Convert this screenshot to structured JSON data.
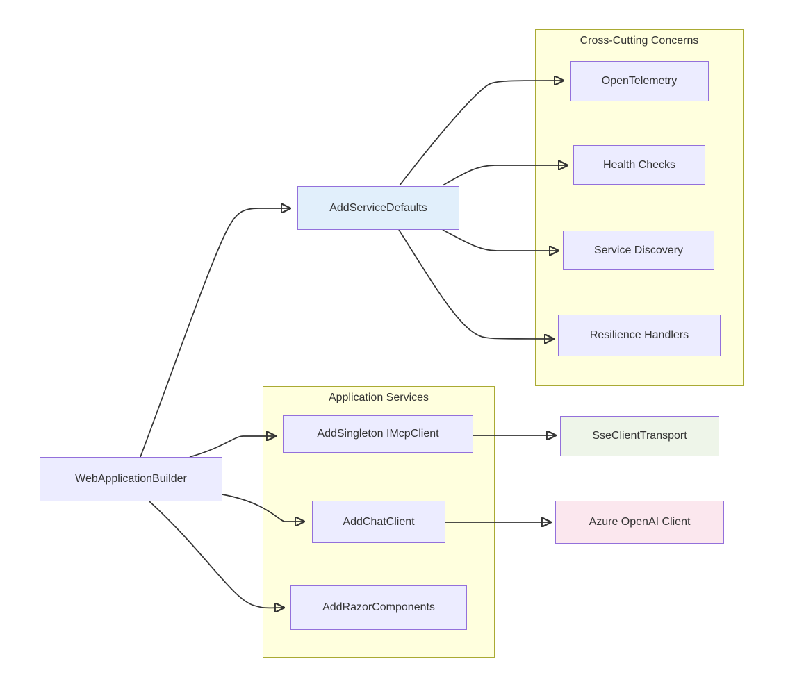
{
  "diagram": {
    "groups": {
      "cross_cutting": {
        "label": "Cross-Cutting Concerns"
      },
      "application_services": {
        "label": "Application Services"
      }
    },
    "nodes": {
      "web_application_builder": {
        "label": "WebApplicationBuilder"
      },
      "add_service_defaults": {
        "label": "AddServiceDefaults"
      },
      "open_telemetry": {
        "label": "OpenTelemetry"
      },
      "health_checks": {
        "label": "Health Checks"
      },
      "service_discovery": {
        "label": "Service Discovery"
      },
      "resilience_handlers": {
        "label": "Resilience Handlers"
      },
      "add_singleton_imcpclient": {
        "label": "AddSingleton IMcpClient"
      },
      "sse_client_transport": {
        "label": "SseClientTransport"
      },
      "add_chat_client": {
        "label": "AddChatClient"
      },
      "azure_openai_client": {
        "label": "Azure OpenAI Client"
      },
      "add_razor_components": {
        "label": "AddRazorComponents"
      }
    },
    "edges": [
      {
        "from": "WebApplicationBuilder",
        "to": "AddServiceDefaults"
      },
      {
        "from": "WebApplicationBuilder",
        "to": "AddSingleton IMcpClient"
      },
      {
        "from": "WebApplicationBuilder",
        "to": "AddChatClient"
      },
      {
        "from": "WebApplicationBuilder",
        "to": "AddRazorComponents"
      },
      {
        "from": "AddServiceDefaults",
        "to": "OpenTelemetry"
      },
      {
        "from": "AddServiceDefaults",
        "to": "Health Checks"
      },
      {
        "from": "AddServiceDefaults",
        "to": "Service Discovery"
      },
      {
        "from": "AddServiceDefaults",
        "to": "Resilience Handlers"
      },
      {
        "from": "AddSingleton IMcpClient",
        "to": "SseClientTransport"
      },
      {
        "from": "AddChatClient",
        "to": "Azure OpenAI Client"
      }
    ],
    "colors": {
      "node_fill": "#ECECFF",
      "node_border": "#9370DB",
      "group_fill": "#FFFFDE",
      "group_border": "#AAAA33",
      "service_defaults_fill": "#E1EFFB",
      "transport_fill": "#EEF5E9",
      "client_fill": "#FBE7EE",
      "edge_stroke": "#333333",
      "text": "#333333"
    }
  }
}
